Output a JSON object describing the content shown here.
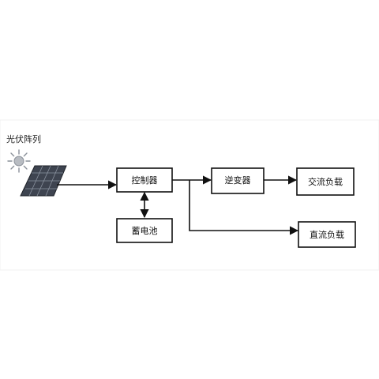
{
  "pv_array": {
    "label": "光伏阵列",
    "sun_icon": "sun-icon",
    "panel_icon": "solar-panel-icon"
  },
  "blocks": {
    "controller": "控制器",
    "inverter": "逆变器",
    "battery": "蓄电池",
    "ac_load": "交流负载",
    "dc_load": "直流负载"
  },
  "colors": {
    "line": "#111111",
    "panel": "#4a4f5a",
    "sun": "#9aa0a8"
  }
}
